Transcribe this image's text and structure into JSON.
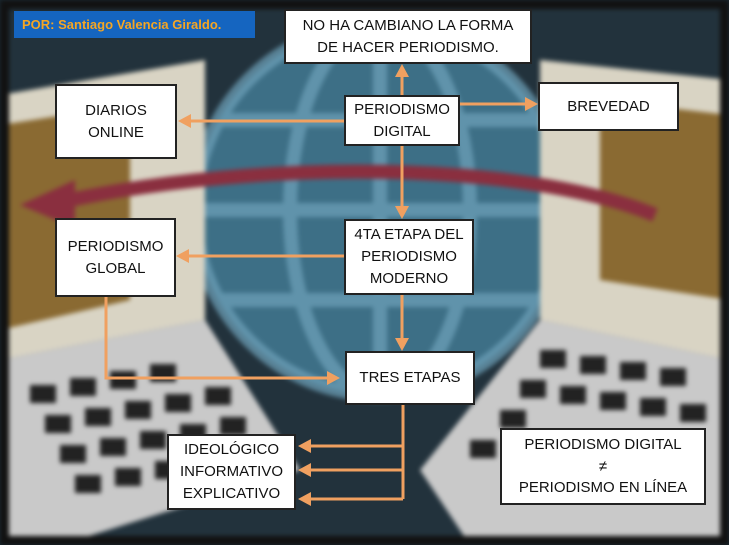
{
  "author": "POR: Santiago Valencia Giraldo.",
  "nodes": {
    "center": "PERIODISMO\nDIGITAL",
    "top": "NO HA CAMBIANO LA FORMA\nDE HACER PERIODISMO.",
    "brevedad": "BREVEDAD",
    "diarios": "DIARIOS\nONLINE",
    "etapa": "4TA ETAPA DEL\nPERIODISMO\nMODERNO",
    "global": "PERIODISMO\nGLOBAL",
    "tres": "TRES ETAPAS",
    "etapas": "IDEOLÓGICO\nINFORMATIVO\nEXPLICATIVO",
    "comparison": "PERIODISMO DIGITAL\n≠\nPERIODISMO EN LÍNEA"
  },
  "colors": {
    "arrow": "#f0a060",
    "author_bg": "#1565c0",
    "author_text": "#f5a623"
  }
}
